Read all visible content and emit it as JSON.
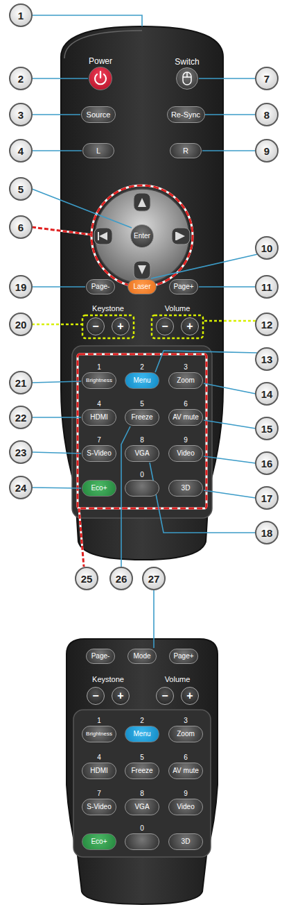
{
  "diagram": {
    "nodes": [
      {
        "text": [
          "Power"
        ]
      },
      {
        "text": [
          "Switch"
        ]
      },
      {
        "text": [
          "Source"
        ]
      },
      {
        "text": [
          "Re-Sync"
        ]
      },
      {
        "text": [
          "L"
        ]
      },
      {
        "text": [
          "R"
        ]
      },
      {
        "text": [
          "Enter"
        ]
      },
      {
        "text": [
          "Page-"
        ]
      },
      {
        "text": [
          "Laser"
        ]
      },
      {
        "text": [
          "Page+"
        ]
      },
      {
        "text": [
          "−"
        ]
      },
      {
        "text": [
          "+"
        ]
      },
      {
        "text": [
          "−"
        ]
      },
      {
        "text": [
          "+"
        ]
      },
      {
        "text": [
          "1",
          "Brightness"
        ]
      },
      {
        "text": [
          "2",
          "Menu"
        ]
      },
      {
        "text": [
          "3",
          "Zoom"
        ]
      },
      {
        "text": [
          "4",
          "HDMI"
        ]
      },
      {
        "text": [
          "5",
          "Freeze"
        ]
      },
      {
        "text": [
          "6",
          "AV mute"
        ]
      },
      {
        "text": [
          "7",
          "S-Video"
        ]
      },
      {
        "text": [
          "8",
          "VGA"
        ]
      },
      {
        "text": [
          "9",
          "Video"
        ]
      },
      {
        "text": [
          "Eco+"
        ]
      },
      {
        "text": [
          "0"
        ]
      },
      {
        "text": [
          "3D"
        ]
      },
      {
        "text": [
          "Page-"
        ]
      },
      {
        "text": [
          "Mode"
        ]
      },
      {
        "text": [
          "Page+"
        ]
      },
      {
        "text": [
          "−"
        ]
      },
      {
        "text": [
          "+"
        ]
      },
      {
        "text": [
          "−"
        ]
      },
      {
        "text": [
          "+"
        ]
      },
      {
        "text": [
          "1",
          "Brightness"
        ]
      },
      {
        "text": [
          "2",
          "Menu"
        ]
      },
      {
        "text": [
          "3",
          "Zoom"
        ]
      },
      {
        "text": [
          "4",
          "HDMI"
        ]
      },
      {
        "text": [
          "5",
          "Freeze"
        ]
      },
      {
        "text": [
          "6",
          "AV mute"
        ]
      },
      {
        "text": [
          "7",
          "S-Video"
        ]
      },
      {
        "text": [
          "8",
          "VGA"
        ]
      },
      {
        "text": [
          "9",
          "Video"
        ]
      },
      {
        "text": [
          "Eco+"
        ]
      },
      {
        "text": [
          "0"
        ]
      },
      {
        "text": [
          "3D"
        ]
      }
    ],
    "labels": [
      "1",
      "2",
      "3",
      "4",
      "5",
      "6",
      "7",
      "8",
      "9",
      "10",
      "11",
      "12",
      "13",
      "14",
      "15",
      "16",
      "17",
      "18",
      "19",
      "20",
      "21",
      "22",
      "23",
      "24",
      "25",
      "26",
      "27",
      "Keystone",
      "Volume",
      "Keystone",
      "Volume"
    ]
  }
}
